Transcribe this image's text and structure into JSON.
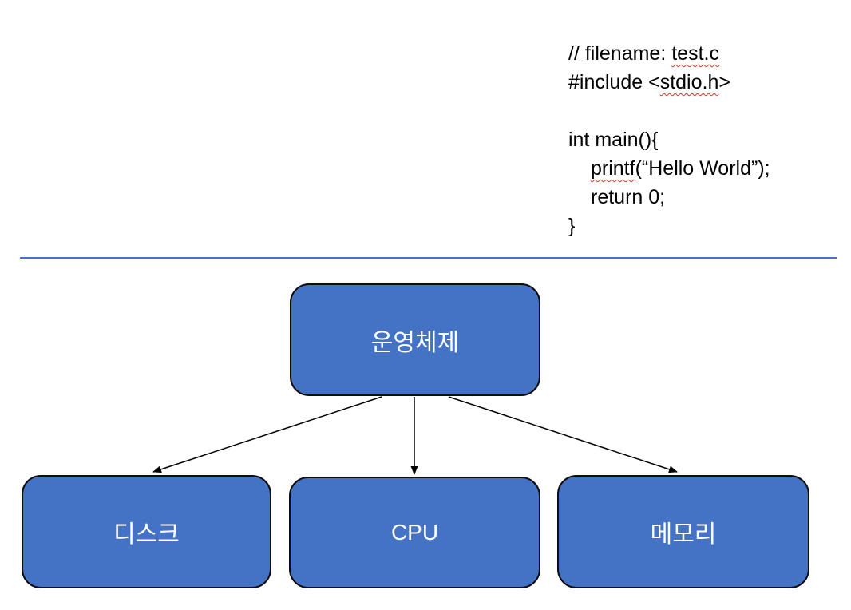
{
  "slide": {
    "code": {
      "lines": [
        {
          "pre": "// filename: ",
          "mis": "test.c",
          "post": ""
        },
        {
          "pre": "#include <",
          "mis": "stdio.h",
          "post": ">"
        },
        {
          "pre": "",
          "mis": "",
          "post": ""
        },
        {
          "pre": "int main(){",
          "mis": "",
          "post": ""
        },
        {
          "pre": "",
          "mis": "printf",
          "post": "(“Hello World”);"
        },
        {
          "pre": "return 0;",
          "mis": "",
          "post": ""
        },
        {
          "pre": "}",
          "mis": "",
          "post": ""
        }
      ]
    },
    "diagram": {
      "nodes": [
        {
          "id": "os",
          "label": "운영체제"
        },
        {
          "id": "disk",
          "label": "디스크"
        },
        {
          "id": "cpu",
          "label": "CPU"
        },
        {
          "id": "memory",
          "label": "메모리"
        }
      ],
      "edges": [
        {
          "from": "os",
          "to": "disk"
        },
        {
          "from": "os",
          "to": "cpu"
        },
        {
          "from": "os",
          "to": "memory"
        }
      ]
    },
    "colors": {
      "node_fill": "#4472C4",
      "node_border": "#0d0d0d",
      "node_text": "#FFFFFF",
      "divider": "#4472C4",
      "squiggle": "#E0301E",
      "code_text": "#000000",
      "arrow": "#000000"
    }
  }
}
